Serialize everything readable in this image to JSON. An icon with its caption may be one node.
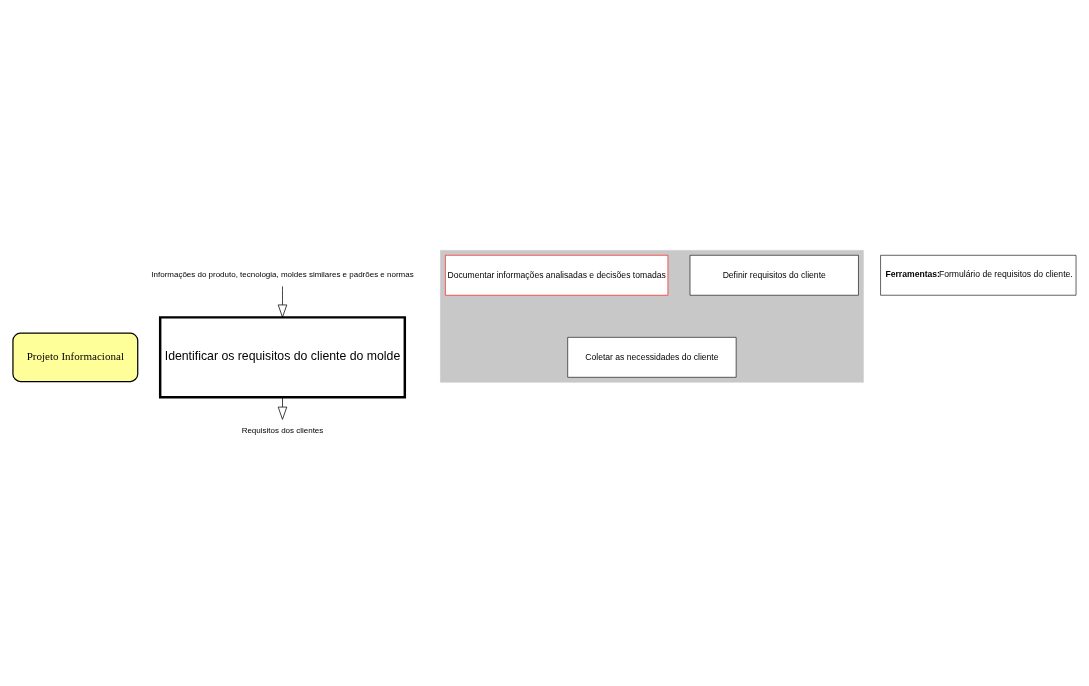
{
  "diagram": {
    "nodes": [
      {
        "text": [
          "Projeto Informacional"
        ]
      },
      {
        "text": [
          "Informações do produto, tecnologia, moldes similares e padrões e normas"
        ]
      },
      {
        "text": [
          "Identificar os requisitos do cliente do molde"
        ]
      },
      {
        "text": [
          "Requisitos dos clientes"
        ]
      },
      {
        "text": [],
        "shape": "box"
      },
      {
        "text": [
          "Coletar as necessidades do cliente"
        ],
        "in": 4
      },
      {
        "text": [
          "Definir requisitos do cliente"
        ],
        "in": 4
      },
      {
        "text": [
          "Documentar informações analisadas e decisões tomadas"
        ],
        "in": 4
      },
      {
        "text": [
          "Ferramentas:",
          "Formulário de requisitos do cliente."
        ]
      }
    ],
    "edges": [
      {
        "from": 1,
        "to": 2,
        "arrow": "to"
      },
      {
        "from": 2,
        "to": 3,
        "arrow": "to"
      }
    ]
  }
}
